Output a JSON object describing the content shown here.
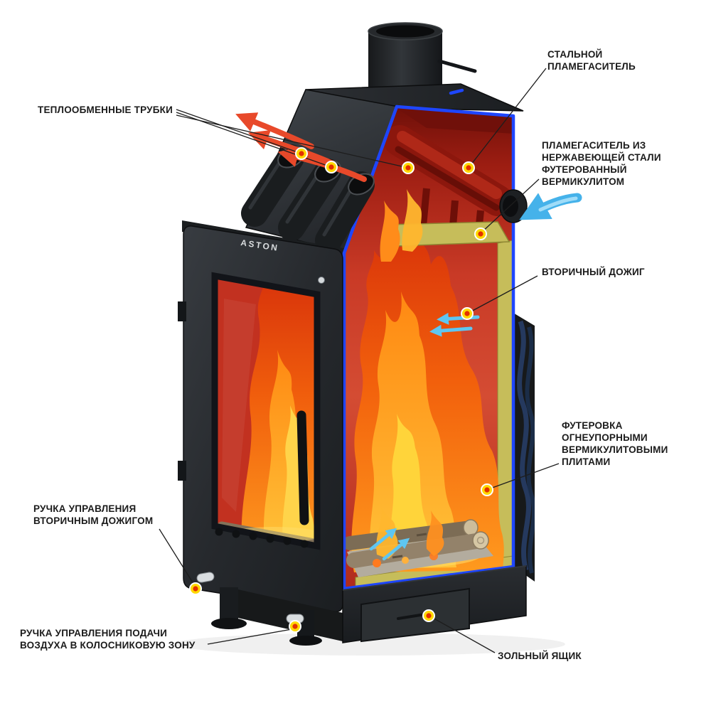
{
  "diagram": {
    "brand": "ASTON",
    "labels": {
      "heat_tubes": "ТЕПЛООБМЕННЫЕ ТРУБКИ",
      "steel_flame_arrester": "СТАЛЬНОЙ\nПЛАМЕГАСИТЕЛЬ",
      "stainless_flame_arrester": "ПЛАМЕГАСИТЕЛЬ ИЗ\nНЕРЖАВЕЮЩЕЙ СТАЛИ\nФУТЕРОВАННЫЙ\nВЕРМИКУЛИТОМ",
      "secondary_burn": "ВТОРИЧНЫЙ ДОЖИГ",
      "vermiculite_lining": "ФУТЕРОВКА\nОГНЕУПОРНЫМИ\nВЕРМИКУЛИТОВЫМИ\nПЛИТАМИ",
      "secondary_burn_handle": "РУЧКА УПРАВЛЕНИЯ\nВТОРИЧНЫМ ДОЖИГОМ",
      "air_supply_handle": "РУЧКА УПРАВЛЕНИЯ ПОДАЧИ\nВОЗДУХА В КОЛОСНИКОВУЮ ЗОНУ",
      "ash_box": "ЗОЛЬНЫЙ ЯЩИК"
    },
    "colors": {
      "body": "#26292c",
      "interior": "#c8352a",
      "vermiculite": "#c6bd5a",
      "cut_line": "#1e46ff",
      "flame_core": "#ffd43a",
      "flame_mid": "#ff8c1a",
      "flame_outer": "#e84e12",
      "air_arrow": "#45b2ea",
      "heat_arrow": "#e8492a",
      "marker_ring": "#ffd800",
      "marker_core": "#e23000"
    }
  }
}
